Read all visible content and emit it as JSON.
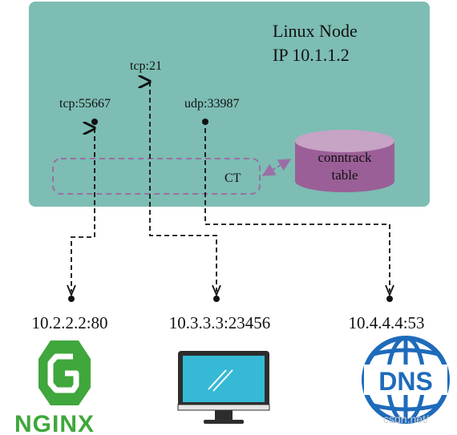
{
  "node": {
    "title": "Linux Node",
    "ip": "IP 10.1.1.2",
    "color": "#7dbdb3"
  },
  "ports": {
    "left": "tcp:55667",
    "middle": "tcp:21",
    "right": "udp:33987"
  },
  "ct": {
    "label": "CT",
    "color": "#9b6fa5"
  },
  "conntrack": {
    "line1": "conntrack",
    "line2": "table",
    "color": "#9b5f97"
  },
  "endpoints": [
    {
      "address": "10.2.2.2:80",
      "icon": "nginx-logo-icon",
      "logo_text": "NGINX",
      "color": "#3fa73c"
    },
    {
      "address": "10.3.3.3:23456",
      "icon": "computer-monitor-icon",
      "color": "#35b9d6"
    },
    {
      "address": "10.4.4.4:53",
      "icon": "dns-globe-icon",
      "logo_text": "DNS",
      "color": "#1e6bbb"
    }
  ],
  "watermark": "csdn.net/"
}
